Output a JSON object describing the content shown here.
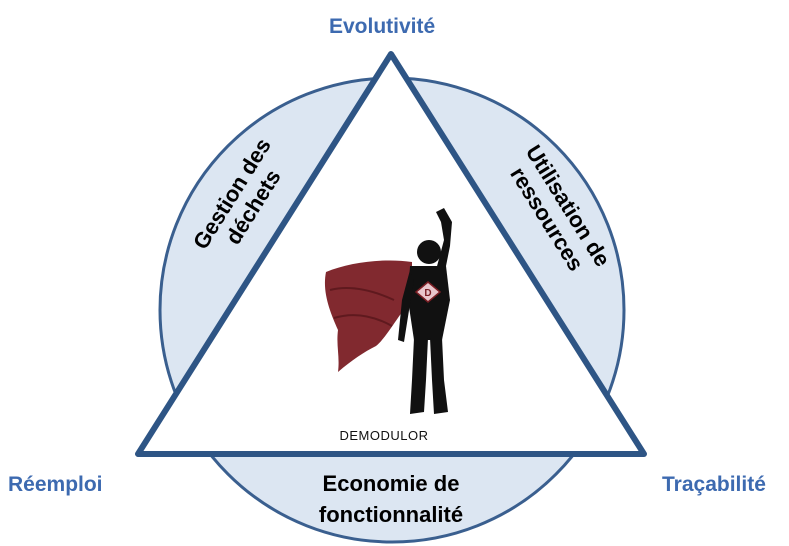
{
  "diagram": {
    "colors": {
      "circle_fill": "#dce6f2",
      "circle_stroke": "#3a5f8f",
      "triangle_stroke": "#2e5585",
      "vertex_label": "#3d6ab0",
      "side_label": "#000000",
      "cape": "#7a1e24",
      "figure": "#111111"
    },
    "vertices": {
      "top": "Evolutivité",
      "left": "Réemploi",
      "right": "Traçabilité"
    },
    "sides": {
      "left": {
        "line1": "Gestion des",
        "line2": "déchets"
      },
      "right": {
        "line1": "Utilisation de",
        "line2": "ressources"
      },
      "bottom": {
        "line1": "Economie de",
        "line2": "fonctionnalité"
      }
    },
    "logo": {
      "caption": "DEMODULOR",
      "icon": "modulor-figure-with-cape-icon"
    }
  }
}
